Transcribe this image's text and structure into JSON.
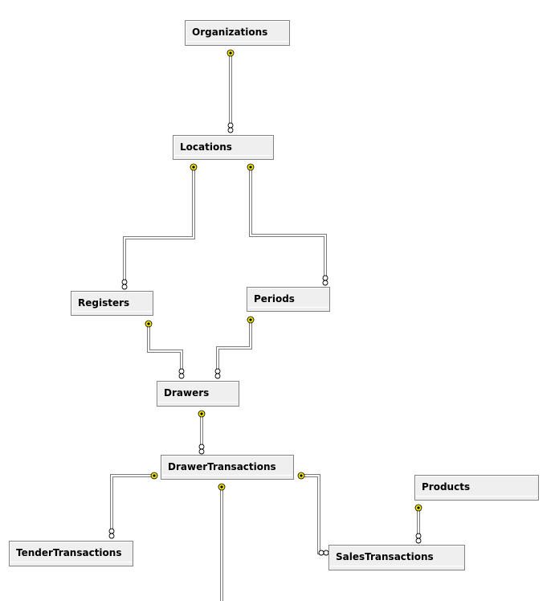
{
  "diagram": {
    "tables": [
      {
        "id": "organizations",
        "name": "Organizations"
      },
      {
        "id": "locations",
        "name": "Locations"
      },
      {
        "id": "registers",
        "name": "Registers"
      },
      {
        "id": "periods",
        "name": "Periods"
      },
      {
        "id": "drawers",
        "name": "Drawers"
      },
      {
        "id": "drawertransactions",
        "name": "DrawerTransactions"
      },
      {
        "id": "products",
        "name": "Products"
      },
      {
        "id": "tendertransactions",
        "name": "TenderTransactions"
      },
      {
        "id": "salestransactions",
        "name": "SalesTransactions"
      }
    ],
    "relationships": [
      {
        "from": "Organizations",
        "to": "Locations",
        "from_end": "key",
        "to_end": "many"
      },
      {
        "from": "Locations",
        "to": "Registers",
        "from_end": "key",
        "to_end": "many"
      },
      {
        "from": "Locations",
        "to": "Periods",
        "from_end": "key",
        "to_end": "many"
      },
      {
        "from": "Registers",
        "to": "Drawers",
        "from_end": "key",
        "to_end": "many"
      },
      {
        "from": "Periods",
        "to": "Drawers",
        "from_end": "key",
        "to_end": "many"
      },
      {
        "from": "Drawers",
        "to": "DrawerTransactions",
        "from_end": "key",
        "to_end": "many"
      },
      {
        "from": "DrawerTransactions",
        "to": "TenderTransactions",
        "from_end": "key",
        "to_end": "many"
      },
      {
        "from": "DrawerTransactions",
        "to": "SalesTransactions",
        "from_end": "key",
        "to_end": "many"
      },
      {
        "from": "Products",
        "to": "SalesTransactions",
        "from_end": "key",
        "to_end": "many"
      },
      {
        "from": "DrawerTransactions",
        "to": "",
        "from_end": "key",
        "to_end": "off-canvas"
      }
    ],
    "colors": {
      "table_fill": "#efefef",
      "table_border": "#828282",
      "line": "#7a7a7a",
      "key_icon": "#f5e800"
    },
    "icons": {
      "one_end": "key-icon",
      "many_end": "infinity-icon"
    }
  }
}
